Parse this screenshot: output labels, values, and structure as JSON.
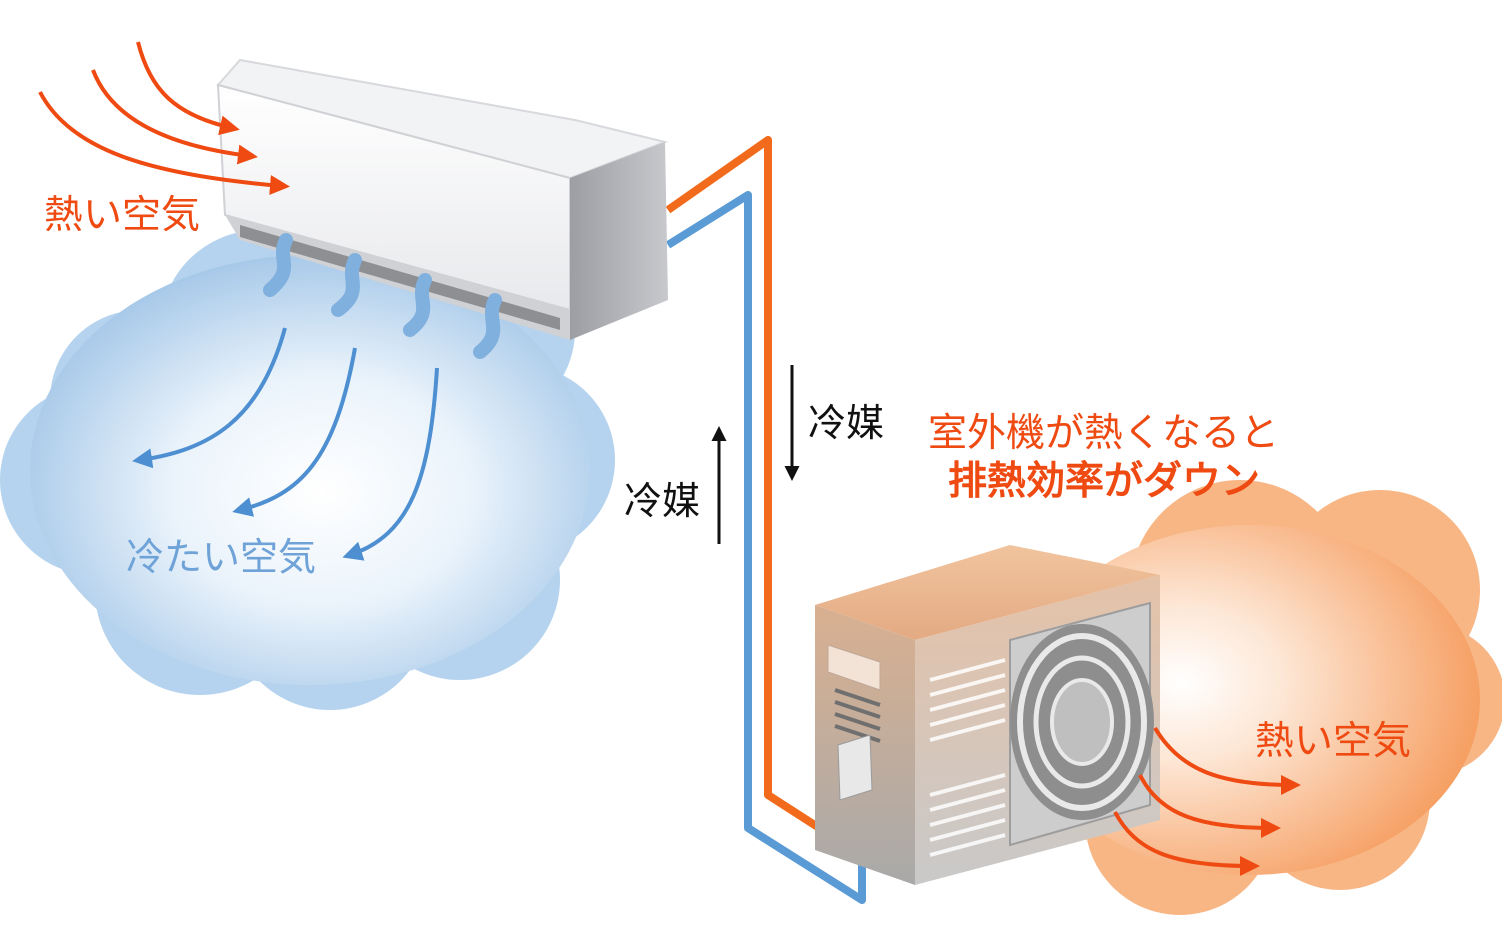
{
  "labels": {
    "hot_air_in": "熱い空気",
    "cold_air": "冷たい空気",
    "refrigerant_down": "冷媒",
    "refrigerant_up": "冷媒",
    "warning_line1": "室外機が熱くなると",
    "warning_line2": "排熱効率がダウン",
    "hot_air_out": "熱い空気"
  },
  "colors": {
    "hot": "#ef4a12",
    "pipe_hot": "#f26a1b",
    "pipe_cold": "#5b9bd5",
    "cold_text": "#6fa3d8",
    "cold_arrow": "#4d8fd1",
    "label_dark": "#111111"
  }
}
